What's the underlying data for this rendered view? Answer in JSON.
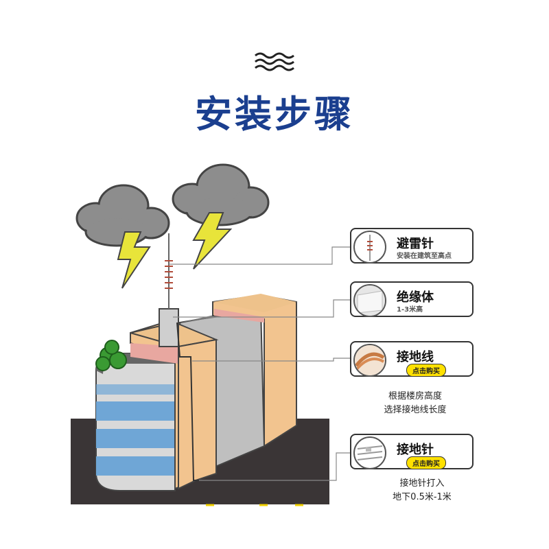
{
  "title": "安装步骤",
  "items": [
    {
      "name": "避雷针",
      "sub": "安装在建筑至高点",
      "icon": "lightning-rod-icon"
    },
    {
      "name": "绝缘体",
      "sub": "1-3米高",
      "icon": "insulator-icon"
    },
    {
      "name": "接地线",
      "button": "点击购买",
      "note": [
        "根据楼房高度",
        "选择接地线长度"
      ],
      "icon": "copper-wire-icon"
    },
    {
      "name": "接地针",
      "button": "点击购买",
      "note": [
        "接地针打入",
        "地下0.5米-1米"
      ],
      "icon": "ground-rod-icon"
    }
  ],
  "colors": {
    "title": "#1b3f8f",
    "button": "#ffe100",
    "lightning": "#e8e43a",
    "cloud": "#8d8d8d",
    "ground": "#3a3536"
  }
}
